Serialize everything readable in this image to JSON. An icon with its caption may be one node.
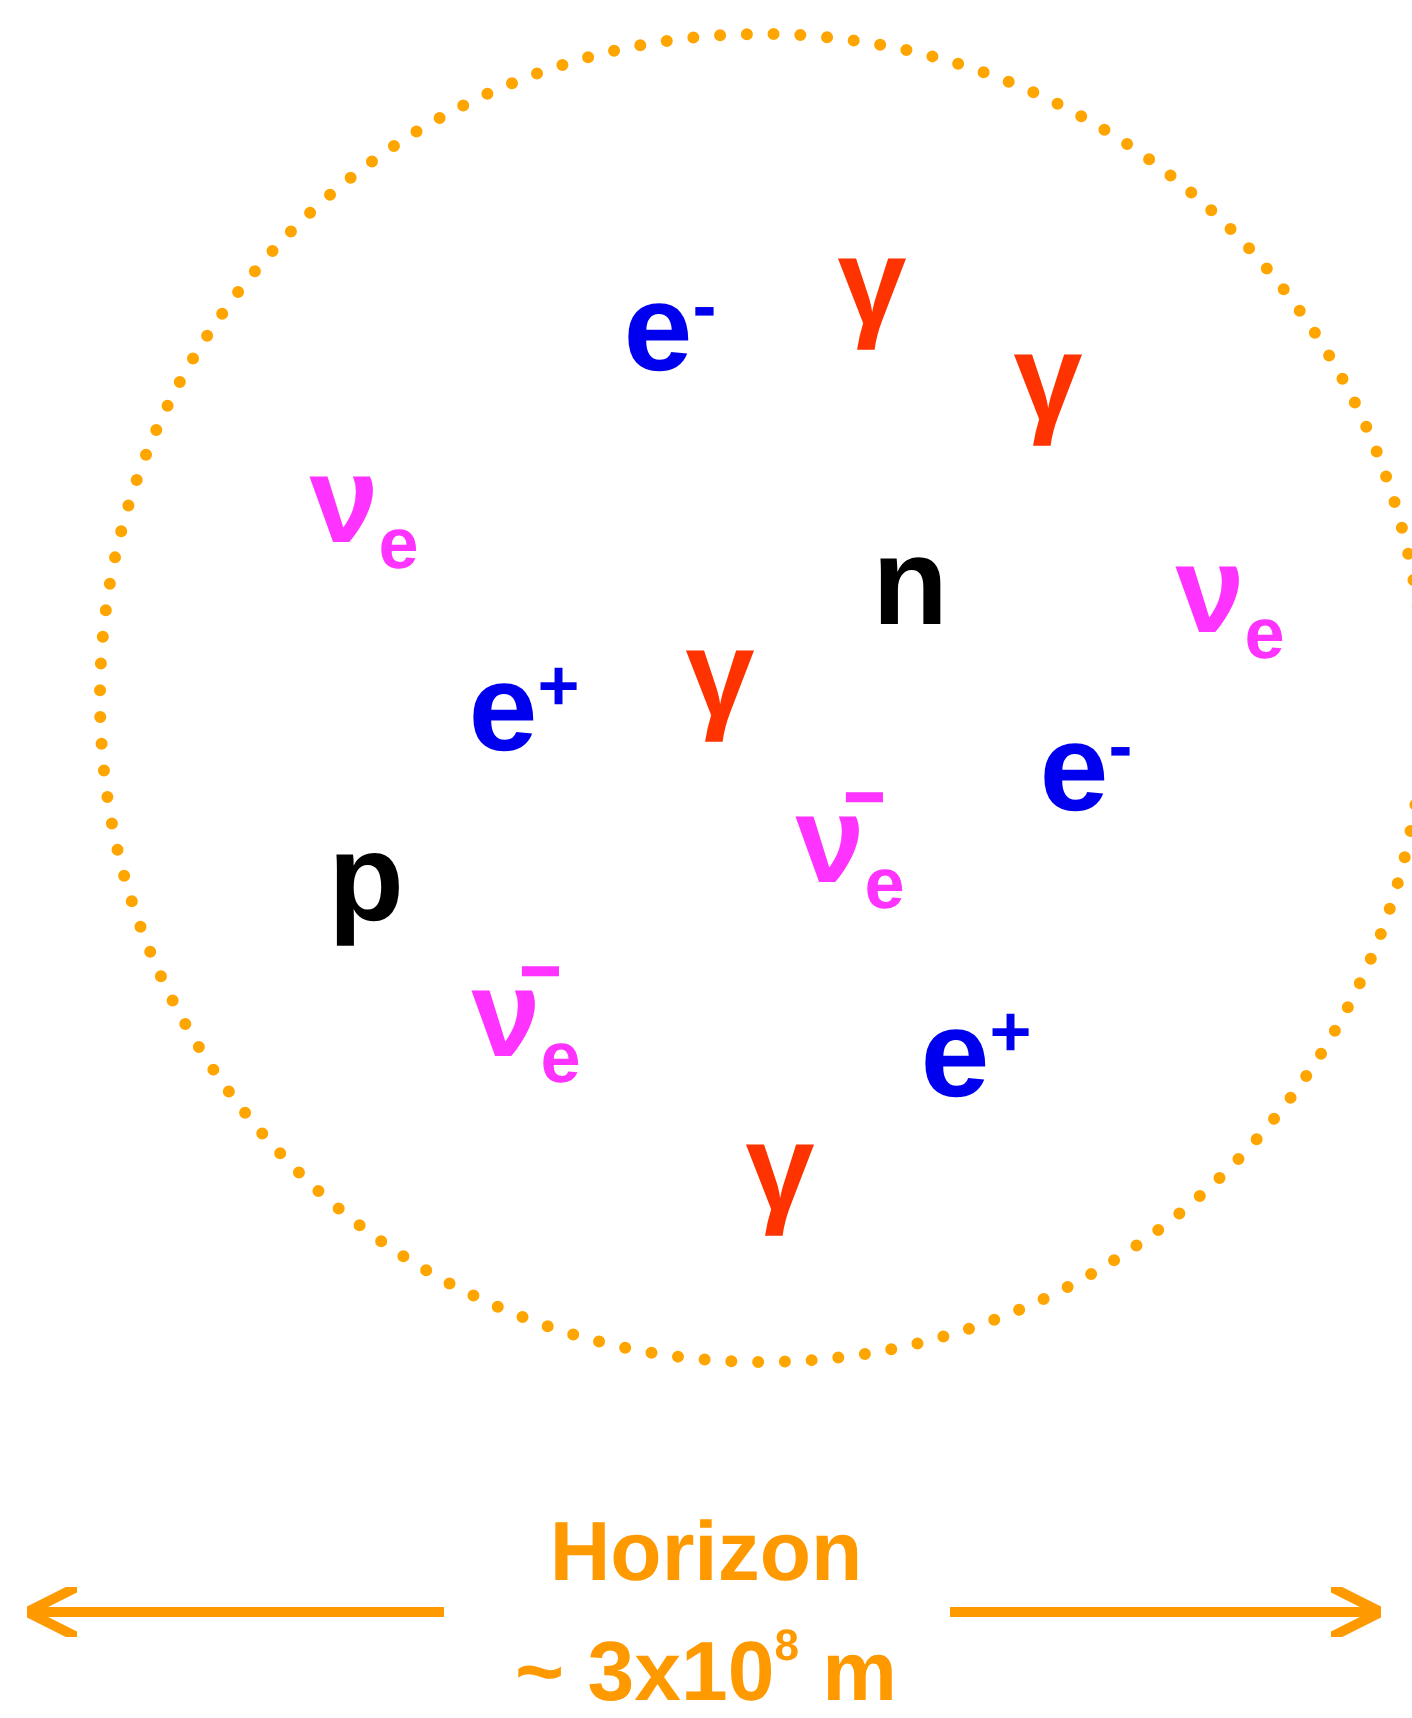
{
  "diagram": {
    "nodes": [
      {
        "text": [
          "e$^{-}$",
          "γ",
          "γ",
          "ν$_{e}$",
          "γ",
          "n",
          "ν$_{e}$",
          "e$^{+}$",
          "e$^{-}$",
          "ν̄$_{e}$",
          "p",
          "ν̄$_{e}$",
          "e$^{+}$",
          "γ"
        ]
      }
    ],
    "edges": [],
    "labels": [
      "Horizon",
      "~ 3x10$^{8}$ m"
    ]
  }
}
